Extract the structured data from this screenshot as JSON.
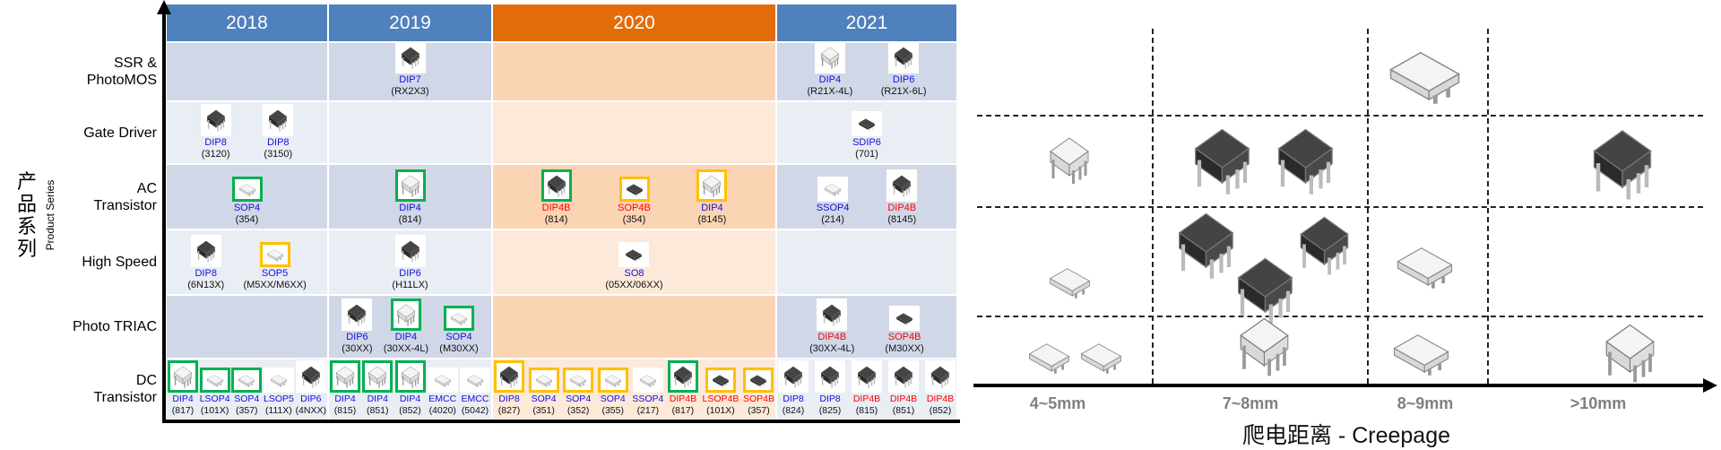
{
  "colors": {
    "blue_header": "#4f81bd",
    "orange_header": "#e36c0a",
    "row_dark": "#d0d8e8",
    "row_light": "#e9edf4",
    "orange_dark": "#fbd4b4",
    "orange_light": "#fde9d9",
    "pkg_blue": "#1010e0",
    "pkg_red": "#ff0000",
    "box_green": "#00b050",
    "box_yellow": "#ffc000"
  },
  "chart": {
    "title_cn": "产品系列",
    "title_en": "Product Series",
    "years": [
      "2018",
      "2019",
      "2020",
      "2021"
    ],
    "rows": [
      {
        "label": "SSR &\nPhotoMOS",
        "cells": [
          [],
          [
            {
              "pkg": "DIP7",
              "code": "(RX2X3)",
              "color": "blue",
              "box": "none",
              "chip": "bdip"
            }
          ],
          [],
          [
            {
              "pkg": "DIP4",
              "code": "(R21X-4L)",
              "color": "blue",
              "box": "none",
              "chip": "wdip"
            },
            {
              "pkg": "DIP6",
              "code": "(R21X-6L)",
              "color": "blue",
              "box": "none",
              "chip": "bdip"
            }
          ]
        ]
      },
      {
        "label": "Gate Driver",
        "cells": [
          [
            {
              "pkg": "DIP8",
              "code": "(3120)",
              "color": "blue",
              "box": "none",
              "chip": "bdip"
            },
            {
              "pkg": "DIP8",
              "code": "(3150)",
              "color": "blue",
              "box": "none",
              "chip": "bdip"
            }
          ],
          [],
          [],
          [
            {
              "pkg": "SDIP6",
              "code": "(701)",
              "color": "blue",
              "box": "none",
              "chip": "bsop"
            }
          ]
        ]
      },
      {
        "label": "AC\nTransistor",
        "cells": [
          [
            {
              "pkg": "SOP4",
              "code": "(354)",
              "color": "blue",
              "box": "green",
              "chip": "wsop"
            }
          ],
          [
            {
              "pkg": "DIP4",
              "code": "(814)",
              "color": "blue",
              "box": "green",
              "chip": "wdip"
            }
          ],
          [
            {
              "pkg": "DIP4B",
              "code": "(814)",
              "color": "red",
              "box": "green",
              "chip": "bdip"
            },
            {
              "pkg": "SOP4B",
              "code": "(354)",
              "color": "red",
              "box": "yellow",
              "chip": "bsop"
            },
            {
              "pkg": "DIP4",
              "code": "(8145)",
              "color": "blue",
              "box": "yellow",
              "chip": "wdip"
            }
          ],
          [
            {
              "pkg": "SSOP4",
              "code": "(214)",
              "color": "blue",
              "box": "none",
              "chip": "wsop"
            },
            {
              "pkg": "DIP4B",
              "code": "(8145)",
              "color": "red",
              "box": "none",
              "chip": "bdip"
            }
          ]
        ]
      },
      {
        "label": "High Speed",
        "cells": [
          [
            {
              "pkg": "DIP8",
              "code": "(6N13X)",
              "color": "blue",
              "box": "none",
              "chip": "bdip"
            },
            {
              "pkg": "SOP5",
              "code": "(M5XX/M6XX)",
              "color": "blue",
              "box": "yellow",
              "chip": "wsop"
            }
          ],
          [
            {
              "pkg": "DIP6",
              "code": "(H11LX)",
              "color": "blue",
              "box": "none",
              "chip": "bdip"
            }
          ],
          [
            {
              "pkg": "SO8",
              "code": "(05XX/06XX)",
              "color": "blue",
              "box": "none",
              "chip": "bsop"
            }
          ],
          []
        ]
      },
      {
        "label": "Photo TRIAC",
        "cells": [
          [],
          [
            {
              "pkg": "DIP6",
              "code": "(30XX)",
              "color": "blue",
              "box": "none",
              "chip": "bdip"
            },
            {
              "pkg": "DIP4",
              "code": "(30XX-4L)",
              "color": "blue",
              "box": "green",
              "chip": "wdip"
            },
            {
              "pkg": "SOP4",
              "code": "(M30XX)",
              "color": "blue",
              "box": "green",
              "chip": "wsop"
            }
          ],
          [],
          [
            {
              "pkg": "DIP4B",
              "code": "(30XX-4L)",
              "color": "red",
              "box": "none",
              "chip": "bdip"
            },
            {
              "pkg": "SOP4B",
              "code": "(M30XX)",
              "color": "red",
              "box": "none",
              "chip": "bsop"
            }
          ]
        ]
      },
      {
        "label": "DC\nTransistor",
        "cells": [
          [
            {
              "pkg": "DIP4",
              "code": "(817)",
              "color": "blue",
              "box": "green",
              "chip": "wdip"
            },
            {
              "pkg": "LSOP4",
              "code": "(101X)",
              "color": "blue",
              "box": "green",
              "chip": "wsop"
            },
            {
              "pkg": "SOP4",
              "code": "(357)",
              "color": "blue",
              "box": "green",
              "chip": "wsop"
            },
            {
              "pkg": "LSOP5",
              "code": "(111X)",
              "color": "blue",
              "box": "none",
              "chip": "wsop"
            },
            {
              "pkg": "DIP6",
              "code": "(4NXX)",
              "color": "blue",
              "box": "none",
              "chip": "bdip"
            }
          ],
          [
            {
              "pkg": "DIP4",
              "code": "(815)",
              "color": "blue",
              "box": "green",
              "chip": "wdip"
            },
            {
              "pkg": "DIP4",
              "code": "(851)",
              "color": "blue",
              "box": "green",
              "chip": "wdip"
            },
            {
              "pkg": "DIP4",
              "code": "(852)",
              "color": "blue",
              "box": "green",
              "chip": "wdip"
            },
            {
              "pkg": "EMCC",
              "code": "(4020)",
              "color": "blue",
              "box": "none",
              "chip": "wsop"
            },
            {
              "pkg": "EMCC",
              "code": "(5042)",
              "color": "blue",
              "box": "none",
              "chip": "wsop"
            }
          ],
          [
            {
              "pkg": "DIP8",
              "code": "(827)",
              "color": "blue",
              "box": "yellow",
              "chip": "bdip"
            },
            {
              "pkg": "SOP4",
              "code": "(351)",
              "color": "blue",
              "box": "yellow",
              "chip": "wsop"
            },
            {
              "pkg": "SOP4",
              "code": "(352)",
              "color": "blue",
              "box": "yellow",
              "chip": "wsop"
            },
            {
              "pkg": "SOP4",
              "code": "(355)",
              "color": "blue",
              "box": "yellow",
              "chip": "wsop"
            },
            {
              "pkg": "SSOP4",
              "code": "(217)",
              "color": "blue",
              "box": "none",
              "chip": "wsop"
            },
            {
              "pkg": "DIP4B",
              "code": "(817)",
              "color": "red",
              "box": "green",
              "chip": "bdip"
            },
            {
              "pkg": "LSOP4B",
              "code": "(101X)",
              "color": "red",
              "box": "yellow",
              "chip": "bsop"
            },
            {
              "pkg": "SOP4B",
              "code": "(357)",
              "color": "red",
              "box": "yellow",
              "chip": "bsop"
            }
          ],
          [
            {
              "pkg": "DIP8",
              "code": "(824)",
              "color": "blue",
              "box": "none",
              "chip": "bdip"
            },
            {
              "pkg": "DIP8",
              "code": "(825)",
              "color": "blue",
              "box": "none",
              "chip": "bdip"
            },
            {
              "pkg": "DIP4B",
              "code": "(815)",
              "color": "red",
              "box": "none",
              "chip": "bdip"
            },
            {
              "pkg": "DIP4B",
              "code": "(851)",
              "color": "red",
              "box": "none",
              "chip": "bdip"
            },
            {
              "pkg": "DIP4B",
              "code": "(852)",
              "color": "red",
              "box": "none",
              "chip": "bdip"
            }
          ]
        ]
      }
    ]
  },
  "creepage": {
    "title": "爬电距离 - Creepage",
    "ranges": [
      "4~5mm",
      "7~8mm",
      "8~9mm",
      ">10mm"
    ]
  }
}
